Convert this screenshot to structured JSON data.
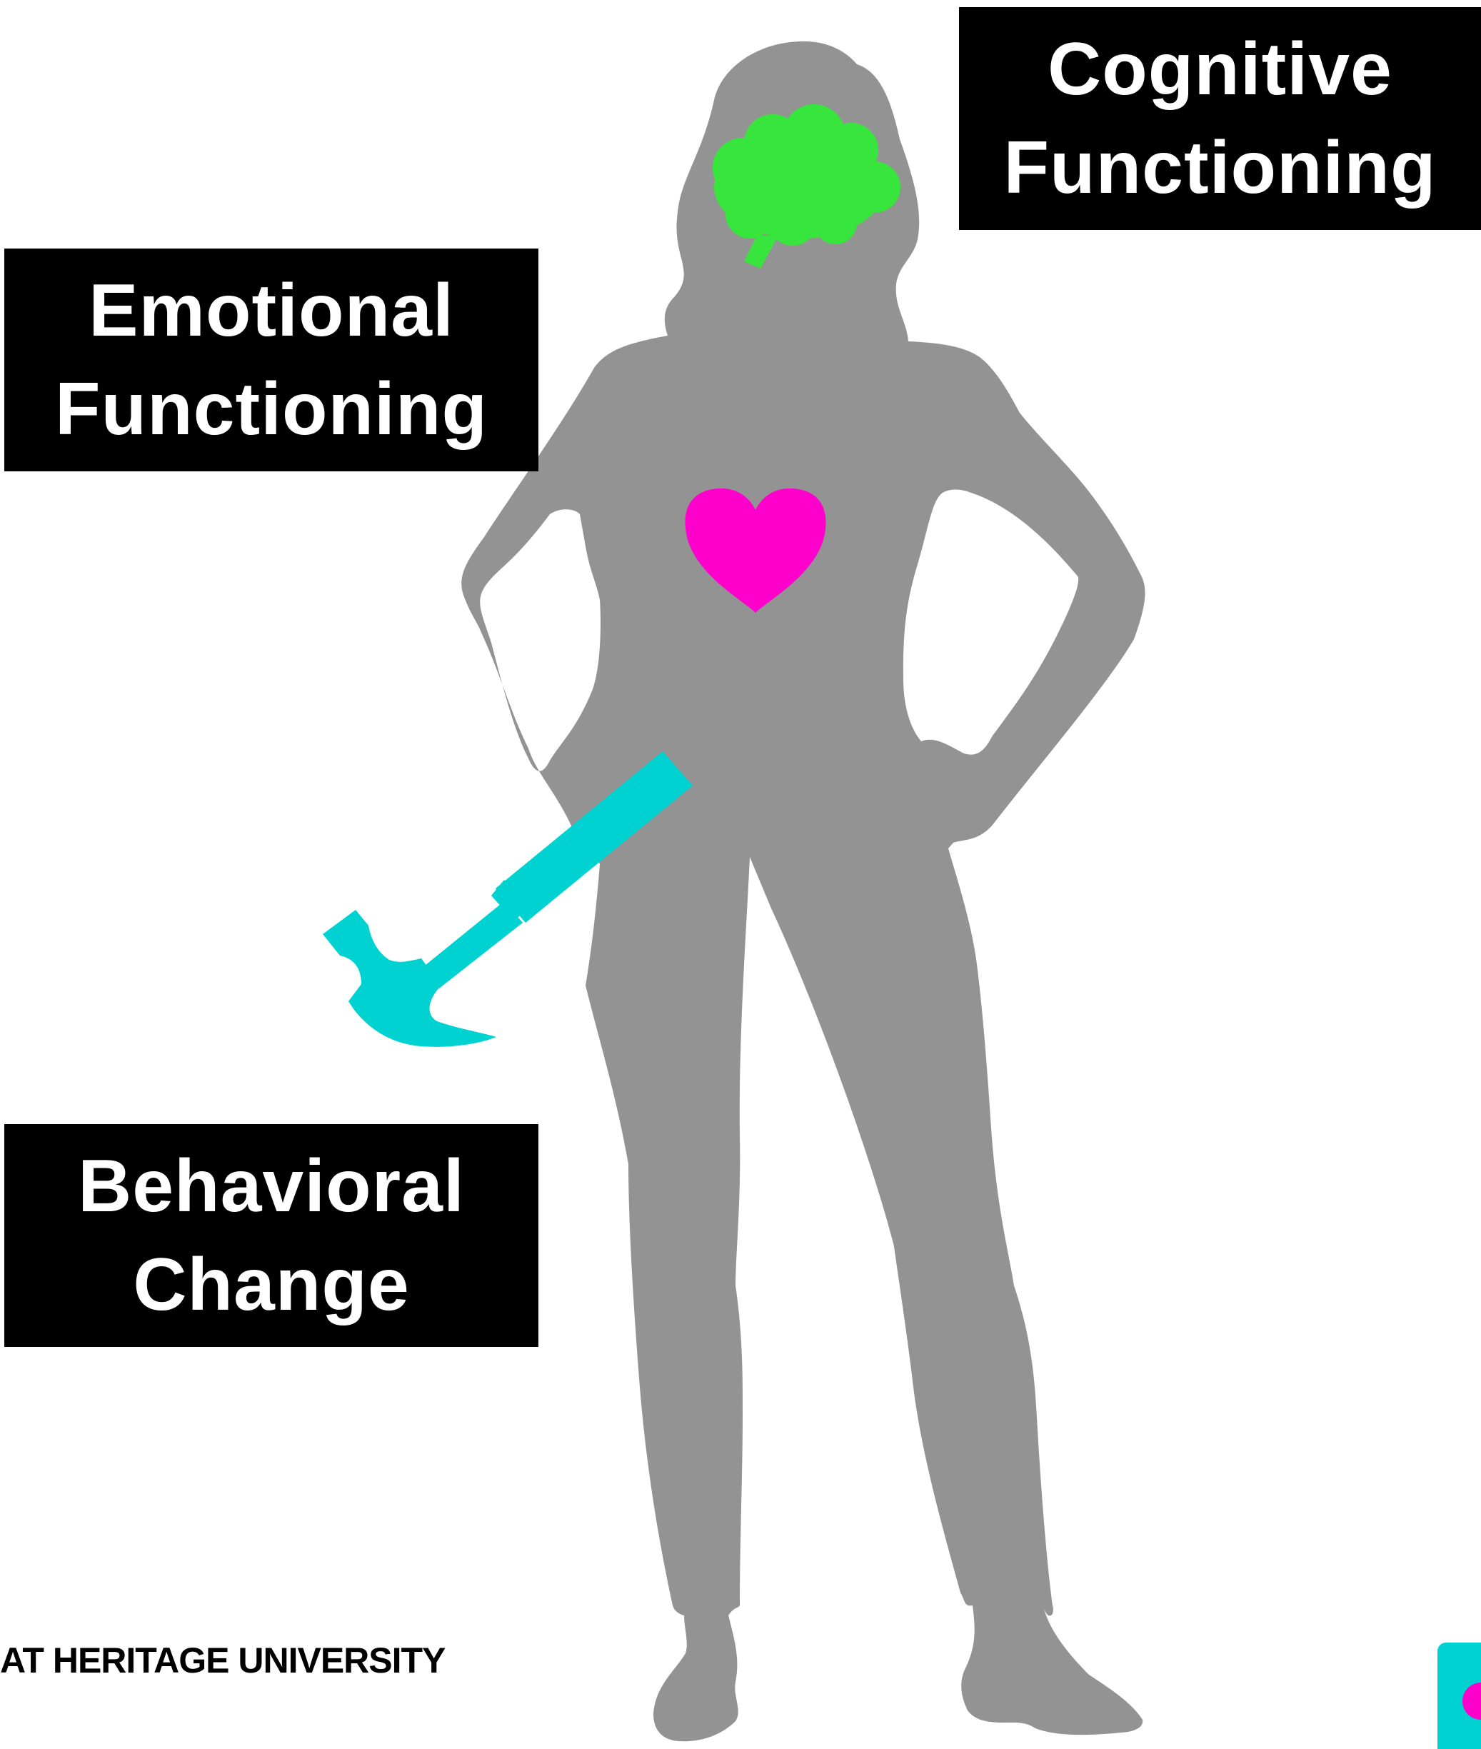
{
  "labels": {
    "cognitive": {
      "line1": "Cognitive",
      "line2": "Functioning"
    },
    "emotional": {
      "line1": "Emotional",
      "line2": "Functioning"
    },
    "behavioral": {
      "line1": "Behavioral",
      "line2": "Change"
    }
  },
  "footer": {
    "text": "AT HERITAGE UNIVERSITY"
  },
  "icons": {
    "figure": "woman-silhouette-icon",
    "brain": "brain-icon",
    "heart": "heart-icon",
    "hammer": "hammer-icon",
    "corner_logo": "logo-icon"
  },
  "colors": {
    "silhouette": "#939393",
    "brain": "#38E53C",
    "heart": "#FF00CC",
    "hammer": "#00D1D1",
    "label_bg": "#000000",
    "label_text": "#FFFFFF"
  }
}
